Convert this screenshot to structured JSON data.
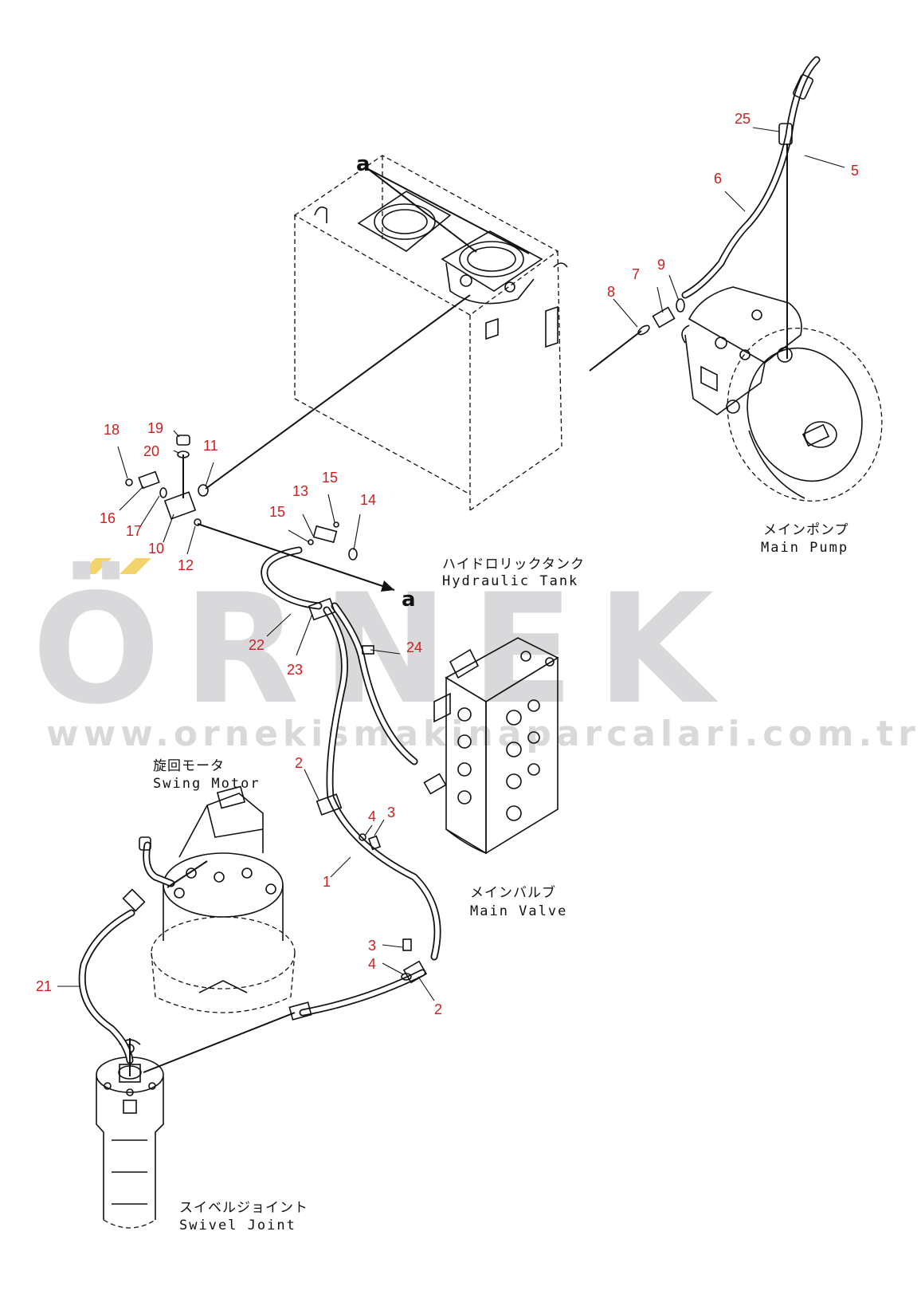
{
  "watermark": {
    "brand": "ÖRNEK",
    "url": "www.ornekismakinaparcalari.com.tr"
  },
  "reference_marks": {
    "a_top": "a",
    "a_bottom": "a"
  },
  "components": {
    "hydraulic_tank": {
      "jp": "ハイドロリックタンク",
      "en": "Hydraulic Tank"
    },
    "main_pump": {
      "jp": "メインポンプ",
      "en": "Main Pump"
    },
    "main_valve": {
      "jp": "メインバルブ",
      "en": "Main Valve"
    },
    "swing_motor": {
      "jp": "旋回モータ",
      "en": "Swing Motor"
    },
    "swivel_joint": {
      "jp": "スイベルジョイント",
      "en": "Swivel Joint"
    }
  },
  "part_numbers": [
    "1",
    "2",
    "2",
    "3",
    "3",
    "4",
    "4",
    "5",
    "6",
    "7",
    "8",
    "9",
    "10",
    "11",
    "12",
    "13",
    "14",
    "15",
    "15",
    "16",
    "17",
    "18",
    "19",
    "20",
    "21",
    "22",
    "23",
    "24",
    "25"
  ],
  "colors": {
    "callout": "#cc1f1f",
    "watermark": "#d9d9db",
    "watermark_accent": "#f3d36b",
    "line": "#111111"
  }
}
